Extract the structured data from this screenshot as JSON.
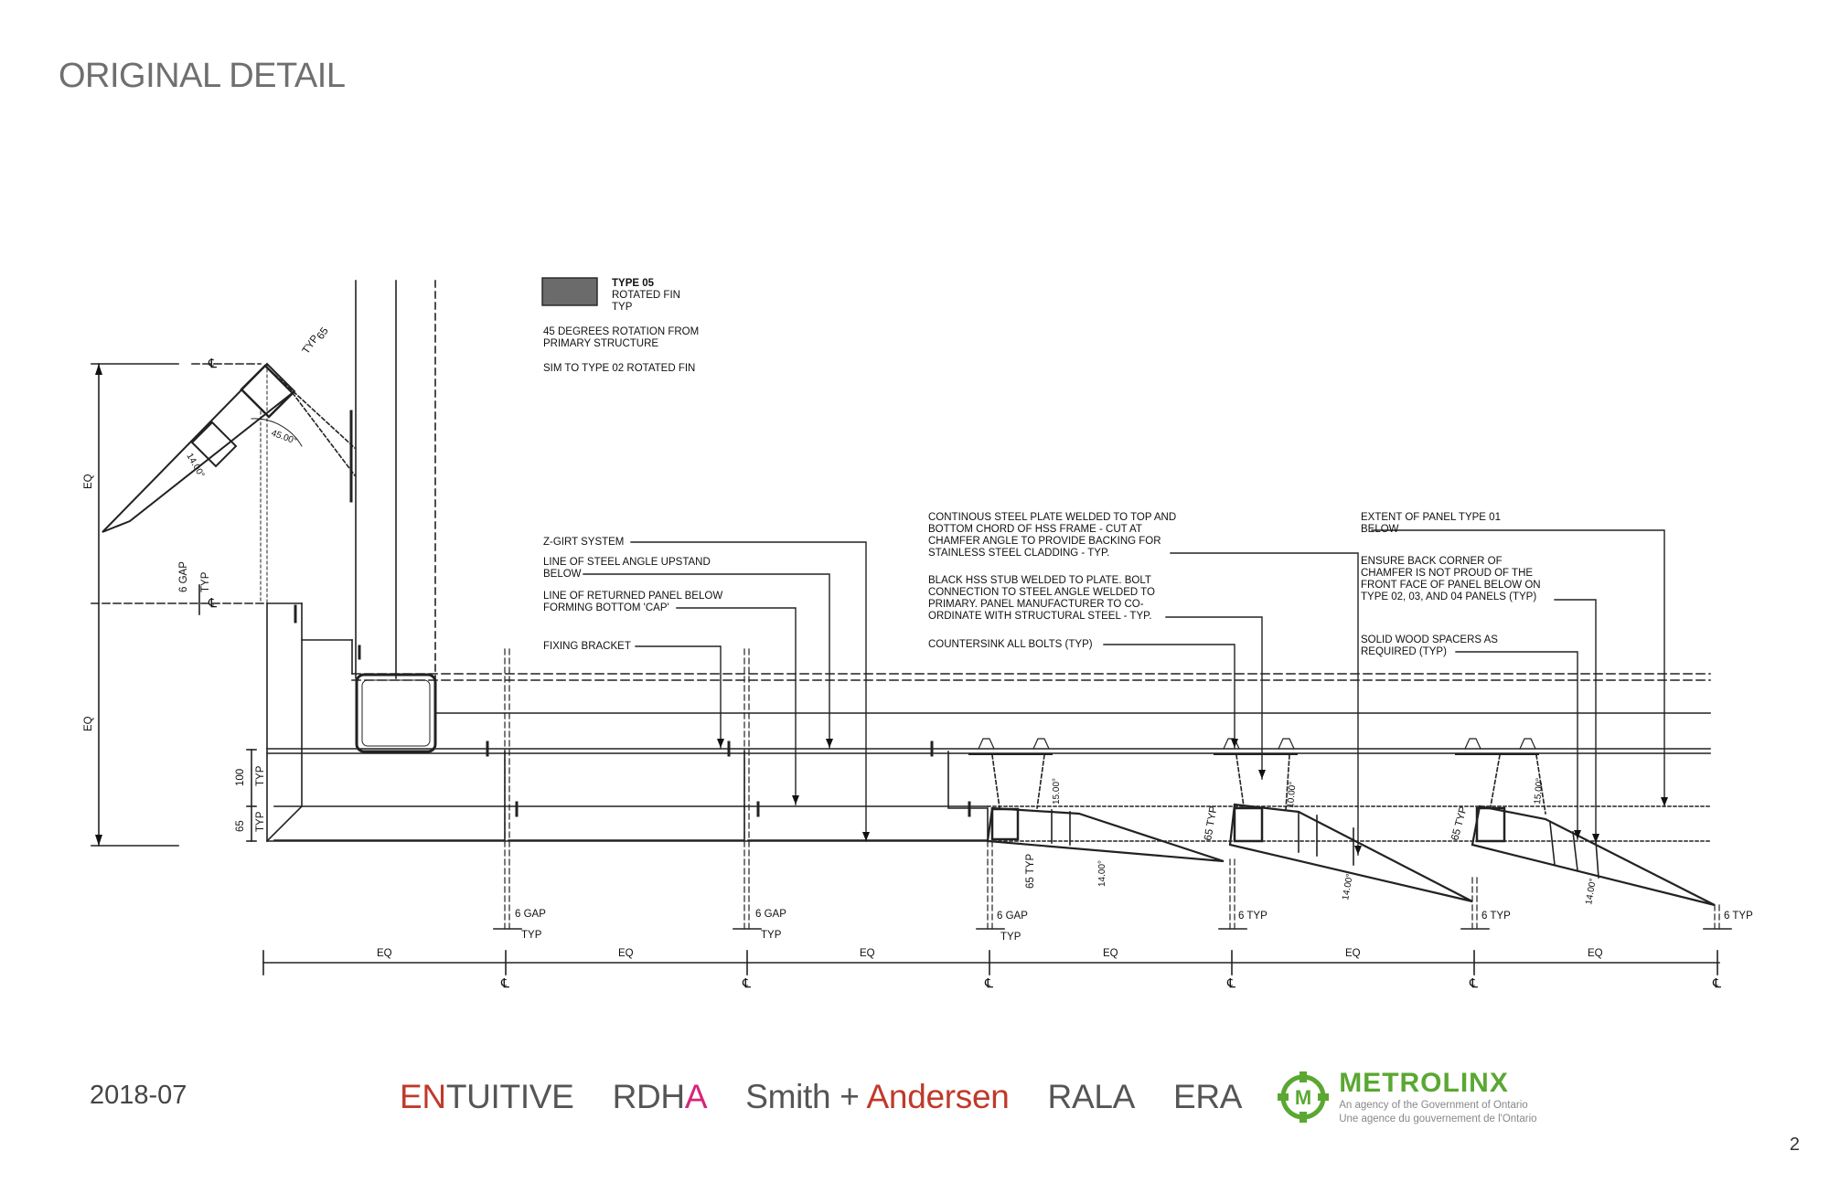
{
  "slide": {
    "title": "ORIGINAL DETAIL",
    "date": "2018-07",
    "page_number": "2"
  },
  "legend": {
    "type_label": "TYPE 05",
    "line1": "ROTATED FIN",
    "line2": "TYP",
    "note1a": "45 DEGREES ROTATION FROM",
    "note1b": "PRIMARY STRUCTURE",
    "note2": "SIM TO TYPE 02 ROTATED FIN",
    "swatch_color": "#6b6b6b"
  },
  "callouts": {
    "z_girt": "Z-GIRT SYSTEM",
    "angle_upstand_1": "LINE OF STEEL ANGLE UPSTAND",
    "angle_upstand_2": "BELOW",
    "returned_panel_1": "LINE OF RETURNED PANEL BELOW",
    "returned_panel_2": "FORMING BOTTOM 'CAP'",
    "fixing_bracket": "FIXING BRACKET",
    "steel_plate_1": "CONTINOUS STEEL PLATE WELDED TO TOP AND",
    "steel_plate_2": "BOTTOM CHORD OF HSS FRAME - CUT AT",
    "steel_plate_3": "CHAMFER ANGLE TO PROVIDE BACKING FOR",
    "steel_plate_4": "STAINLESS STEEL CLADDING - TYP.",
    "hss_stub_1": "BLACK HSS STUB WELDED TO PLATE.  BOLT",
    "hss_stub_2": "CONNECTION TO STEEL ANGLE WELDED TO",
    "hss_stub_3": "PRIMARY.  PANEL MANUFACTURER TO CO-",
    "hss_stub_4": "ORDINATE WITH STRUCTURAL STEEL - TYP.",
    "countersink": "COUNTERSINK ALL BOLTS (TYP)",
    "extent_1": "EXTENT OF PANEL TYPE 01",
    "extent_2": "BELOW",
    "back_corner_1": "ENSURE BACK CORNER OF",
    "back_corner_2": "CHAMFER IS NOT PROUD OF THE",
    "back_corner_3": "FRONT FACE OF PANEL BELOW ON",
    "back_corner_4": "TYPE 02, 03, AND 04 PANELS (TYP)",
    "spacers_1": "SOLID WOOD SPACERS AS",
    "spacers_2": "REQUIRED (TYP)"
  },
  "dimensions": {
    "eq": "EQ",
    "cl": "℄",
    "six_gap": "6 GAP",
    "typ": "TYP",
    "six_typ": "6 TYP",
    "d65": "65",
    "d100": "100",
    "d65_typ": "65 TYP",
    "angle_45": "45.00°",
    "angle_14": "14.00°",
    "angle_10": "10.00°",
    "angle_15": "15.00°"
  },
  "logos": {
    "entuitive_en": "EN",
    "entuitive_rest": "TUITIVE",
    "entuitive_accent": "#c0392b",
    "rdha_rdh": "RDH",
    "rdha_a": "A",
    "rdha_accent": "#d6247a",
    "smith": "Smith + ",
    "andersen": "Andersen",
    "andersen_color": "#c0392b",
    "rala": "RALA",
    "era": "ERA",
    "metrolinx_name": "METROLINX",
    "metrolinx_sub1": "An agency of the Government of Ontario",
    "metrolinx_sub2": "Une agence du gouvernement de l'Ontario",
    "metrolinx_color": "#5aa832",
    "metrolinx_icon": "metrolinx-m-icon"
  }
}
